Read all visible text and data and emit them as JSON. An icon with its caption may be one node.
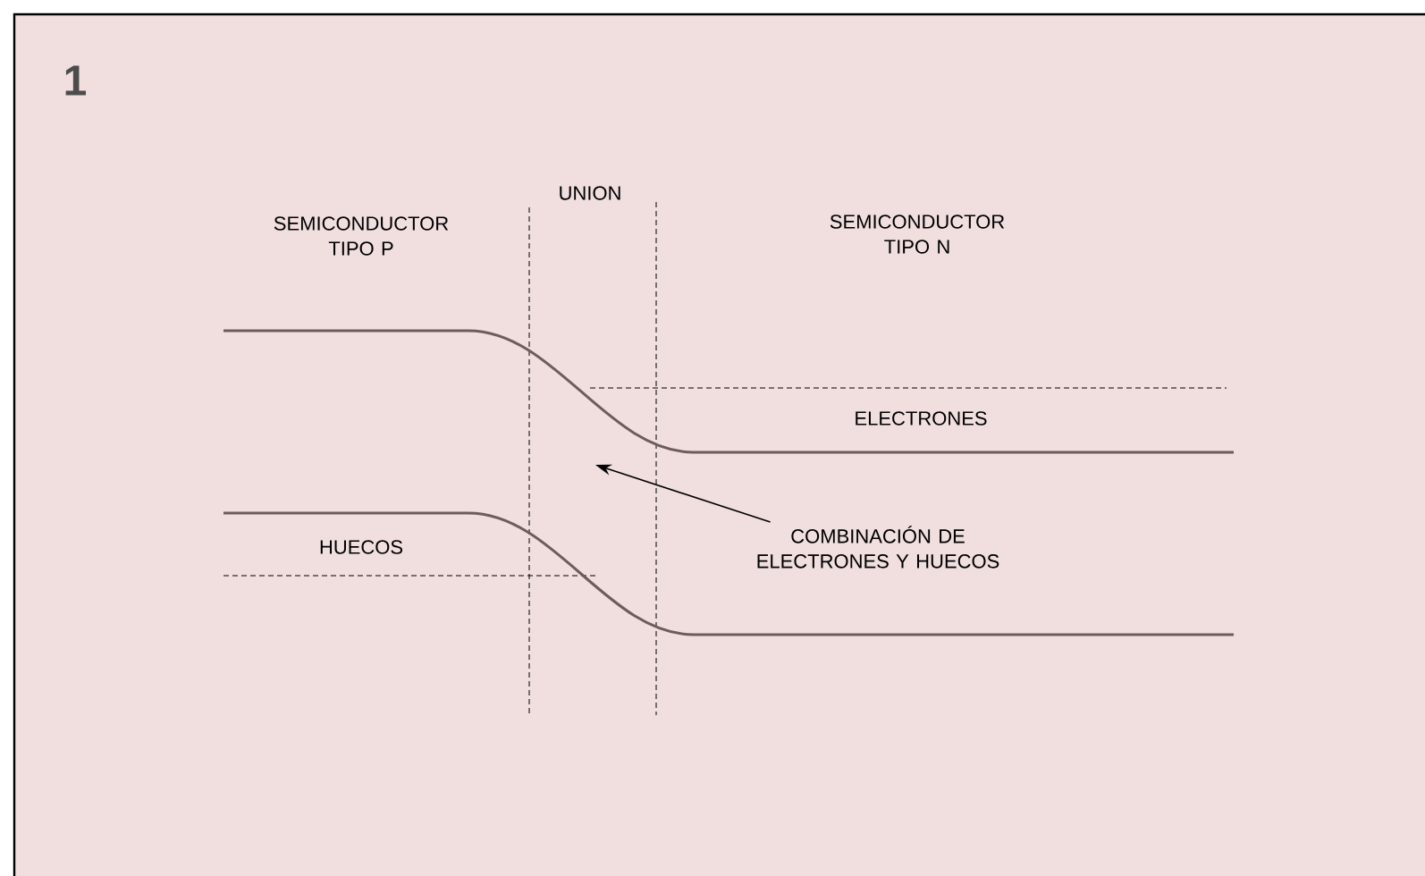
{
  "diagram": {
    "nodes": [
      {
        "text": [],
        "shape": "curve"
      },
      {
        "text": [
          "COMBINACIÓN DE ELECTRONES Y HUECOS"
        ]
      }
    ],
    "edges": [
      {
        "from": 1,
        "to": 0,
        "arrow": "to"
      }
    ],
    "labels": [
      "1",
      "SEMICONDUCTOR TIPO P",
      "UNION",
      "SEMICONDUCTOR TIPO N",
      "ELECTRONES",
      "HUECOS"
    ]
  }
}
